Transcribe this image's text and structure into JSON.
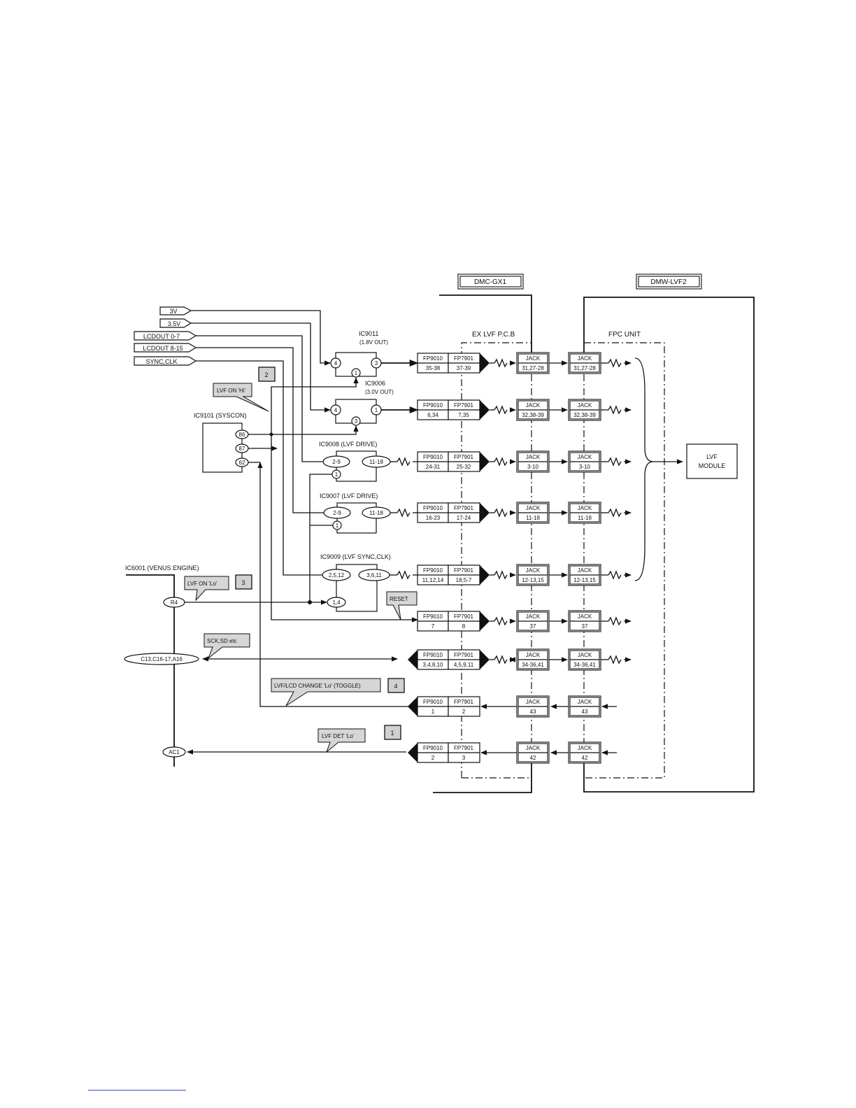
{
  "headers": {
    "left": "DMC-GX1",
    "right": "DMW-LVF2"
  },
  "sections": {
    "ex_lvf_pcb": "EX LVF P.C.B",
    "fpc_unit": "FPC UNIT"
  },
  "inputs": [
    "3V",
    "3.5V",
    "LCDOUT 0-7",
    "LCDOUT 8-15",
    "SYNC,CLK"
  ],
  "ics": {
    "ic9011": {
      "name": "IC9011",
      "desc": "(1.8V  OUT)",
      "pins": [
        "4",
        "3",
        "1"
      ]
    },
    "ic9006": {
      "name": "IC9006",
      "desc": "(3.0V OUT)",
      "pins": [
        "4",
        "1",
        "3"
      ]
    },
    "ic9008": {
      "name": "IC9008  (LVF DRIVE)",
      "pins": [
        "2-9",
        "11-18",
        "1"
      ]
    },
    "ic9007": {
      "name": "IC9007  (LVF DRIVE)",
      "pins": [
        "2-9",
        "11-18",
        "1"
      ]
    },
    "ic9009": {
      "name": "IC9009  (LVF SYNC,CLK)",
      "pins": [
        "2,5,12",
        "3,6,11",
        "1,4"
      ]
    },
    "ic9101": {
      "name": "IC9101  (SYSCON)",
      "pins": [
        "86",
        "87",
        "62"
      ]
    },
    "ic6001": {
      "name": "IC6001 (VENUS ENGINE)",
      "pins": [
        "R4",
        "C13,C16-17,A16",
        "AC1"
      ]
    }
  },
  "callouts": {
    "lvf_on_hi": "LVF ON 'Hi'",
    "lvf_on_lo": "LVF ON 'Lo'",
    "reset": "RESET",
    "sck_sd": "SCK,SD etc",
    "lvf_lcd_change": "LVF/LCD CHANGE 'Lo' (TOGGLE)",
    "lvf_det": "LVF DET 'Lo'"
  },
  "step_numbers": [
    "2",
    "3",
    "4",
    "1"
  ],
  "connector_rows": [
    {
      "fp9010": "35-38",
      "fp7901": "37-39",
      "jack1": "31,27-28",
      "jack2": "31,27-28"
    },
    {
      "fp9010": "6,34",
      "fp7901": "7,35",
      "jack1": "32,38-39",
      "jack2": "32,38-39"
    },
    {
      "fp9010": "24-31",
      "fp7901": "25-32",
      "jack1": "3-10",
      "jack2": "3-10"
    },
    {
      "fp9010": "16-23",
      "fp7901": "17-24",
      "jack1": "11-18",
      "jack2": "11-18"
    },
    {
      "fp9010": "11,12,14",
      "fp7901": "18,5-7",
      "jack1": "12-13,15",
      "jack2": "12-13,15"
    },
    {
      "fp9010": "7",
      "fp7901": "8",
      "jack1": "37",
      "jack2": "37"
    },
    {
      "fp9010": "3,4,8,10",
      "fp7901": "4,5,9,11",
      "jack1": "34-36,41",
      "jack2": "34-36,41"
    },
    {
      "fp9010": "1",
      "fp7901": "2",
      "jack1": "43",
      "jack2": "43"
    },
    {
      "fp9010": "2",
      "fp7901": "3",
      "jack1": "42",
      "jack2": "42"
    }
  ],
  "connector_names": {
    "fp9010": "FP9010",
    "fp7901": "FP7901",
    "jack": "JACK"
  },
  "module": {
    "line1": "LVF",
    "line2": "MODULE"
  }
}
